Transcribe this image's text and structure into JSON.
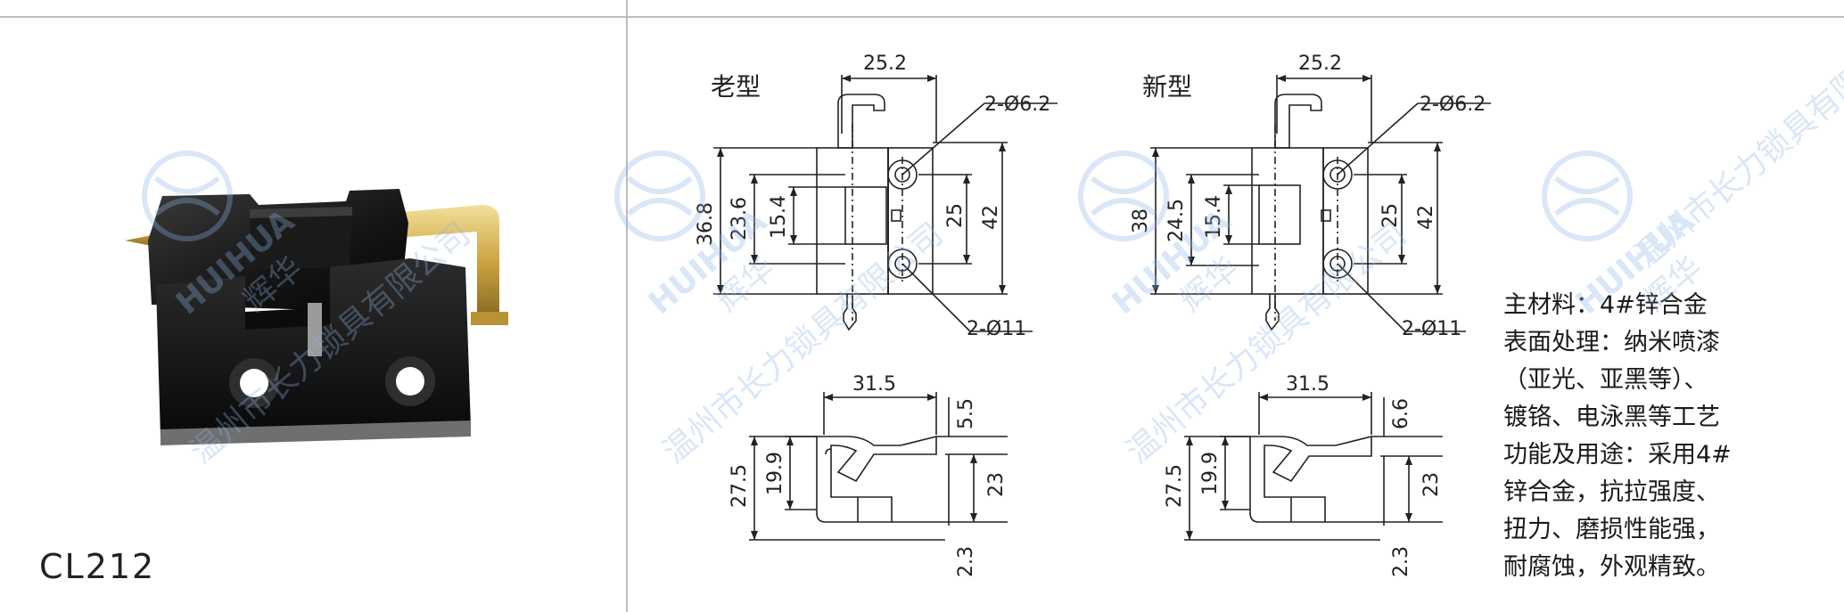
{
  "product": {
    "model": "CL212"
  },
  "old_type": {
    "title": "老型",
    "top_width": "25.2",
    "hole_small": "2-Ø6.2",
    "hole_large": "2-Ø11",
    "height_outer": "36.8",
    "height_mid": "23.6",
    "height_inner": "15.4",
    "pitch": "25",
    "height_total": "42",
    "side_width": "31.5",
    "side_top": "5.5",
    "side_h1": "27.5",
    "side_h2": "19.9",
    "side_h3": "23",
    "side_bottom": "2.3"
  },
  "new_type": {
    "title": "新型",
    "top_width": "25.2",
    "hole_small": "2-Ø6.2",
    "hole_large": "2-Ø11",
    "height_outer": "38",
    "height_mid": "24.5",
    "height_inner": "15.4",
    "pitch": "25",
    "height_total": "42",
    "side_width": "31.5",
    "side_top": "6.6",
    "side_h1": "27.5",
    "side_h2": "19.9",
    "side_h3": "23",
    "side_bottom": "2.3"
  },
  "spec_lines": [
    "主材料：4#锌合金",
    "表面处理：纳米喷漆",
    "（亚光、亚黑等）、",
    "镀铬、电泳黑等工艺",
    "功能及用途：采用4#",
    "锌合金，抗拉强度、",
    "扭力、磨损性能强，",
    "耐腐蚀，外观精致。"
  ],
  "watermark": {
    "brand": "HUIHUA",
    "brand_cn": "辉华",
    "company": "温州市长力锁具有限公司",
    "color": "#8ab6e8"
  }
}
